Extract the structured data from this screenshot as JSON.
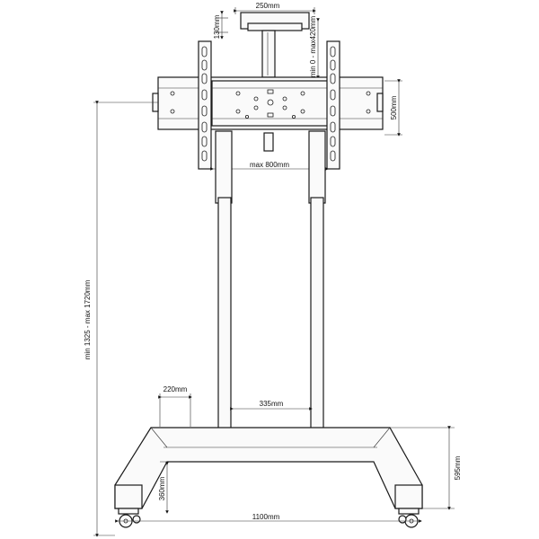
{
  "dimensions": {
    "top_plate_width": "250mm",
    "top_plate_height": "130mm",
    "column_range": "min 0 - max420mm",
    "vesa_height": "500mm",
    "vesa_width": "max 800mm",
    "total_height": "min 1325 - max 1720mm",
    "foot_width": "220mm",
    "pole_spacing": "335mm",
    "foot_depth": "360mm",
    "base_height": "595mm",
    "base_width": "1100mm"
  }
}
